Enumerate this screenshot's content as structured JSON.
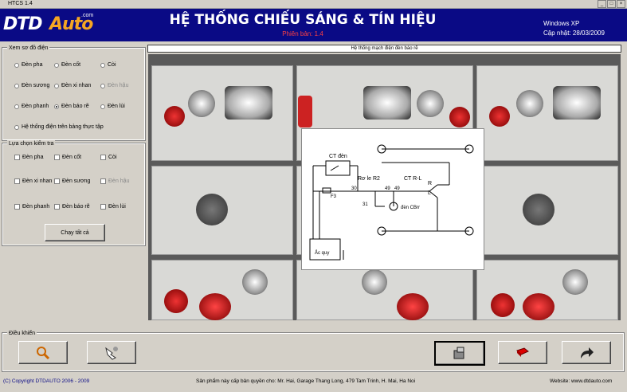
{
  "window": {
    "title": "HTCS 1.4"
  },
  "header": {
    "logo_dtd": "DTD",
    "logo_auto": "Auto",
    "logo_com": ".com",
    "title": "HỆ THỐNG CHIẾU SÁNG & TÍN HIỆU",
    "version": "Phiên bản: 1.4",
    "os": "Windows XP",
    "updated": "Cập nhật: 28/03/2009"
  },
  "view_group": {
    "legend": "Xem sơ đồ điện",
    "options": [
      "Đèn pha",
      "Đèn cốt",
      "Còi",
      "Đèn sương",
      "Đèn xi nhan",
      "Đèn hậu",
      "Đèn phanh",
      "Đèn lùi",
      "Đèn báo rẽ",
      "Hệ thống điện trên bảng thực tập"
    ],
    "selected": "Đèn báo rẽ"
  },
  "choose_group": {
    "legend": "Lựa chọn kiểm tra",
    "options": [
      "Đèn pha",
      "Đèn cốt",
      "Còi",
      "Đèn xi nhan",
      "Đèn sương",
      "Đèn hậu",
      "Đèn phanh",
      "Đèn lùi",
      "Đèn báo rẽ"
    ],
    "run_button": "Chạy tất cả"
  },
  "diagram": {
    "caption": "Hệ thống mạch điện đèn báo rẽ",
    "labels": {
      "switch": "CT đèn",
      "relay": "Rơ le R2",
      "ct": "CT R-L",
      "r": "R",
      "l": "L",
      "lamp": "đèn CBrr",
      "fuse": "F3",
      "battery": "Ắc quy",
      "n30": "30",
      "n31": "31",
      "n49": "49",
      "n49a": "49"
    }
  },
  "control": {
    "legend": "Điều khiển"
  },
  "status": {
    "copyright": "(C) Copyright DTDAUTO 2006 - 2009",
    "product": "Sản phẩm này cấp bản quyền cho: Mr. Hai, Garage Thang Long, 479 Tam Trinh, H. Mai, Ha Noi",
    "website": "Website: www.dtdauto.com"
  }
}
